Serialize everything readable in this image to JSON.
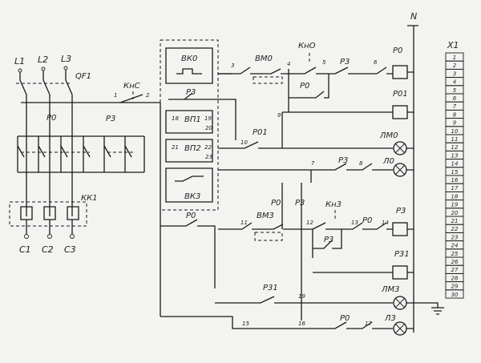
{
  "labels": {
    "l1": "L1",
    "l2": "L2",
    "l3": "L3",
    "qf1": "QF1",
    "kns": "КнС",
    "p0_left": "Р0",
    "p3_left": "Р3",
    "kk1": "КК1",
    "c1": "С1",
    "c2": "С2",
    "c3": "С3",
    "vk0": "ВК0",
    "p3_box": "Р3",
    "vp1": "ВП1",
    "vp2": "ВП2",
    "vk3": "ВК3",
    "vm0": "ВМ0",
    "kn0": "КнО",
    "p0_mid": "Р0",
    "p3_top": "Р3",
    "p01_mid": "Р01",
    "p3_row3": "Р3",
    "p0_row4": "Р0",
    "p3_row4": "Р3",
    "kn3": "Кн3",
    "vm3": "ВМ3",
    "p3_row5": "Р3",
    "p0_row5": "Р0",
    "p0_low": "Р0",
    "p31_low": "Р31",
    "p0_bottom": "Р0",
    "n": "N",
    "coil_p0": "Р0",
    "coil_p01": "Р01",
    "lamp_lm0": "ЛМ0",
    "lamp_l0": "Л0",
    "coil_p3": "Р3",
    "coil_p31": "Р31",
    "lamp_lm3": "ЛМ3",
    "lamp_l3": "Л3",
    "x1": "Х1"
  },
  "node_numbers": {
    "n1": "1",
    "n2": "2",
    "n3": "3",
    "n4": "4",
    "n5": "5",
    "n6": "6",
    "n7": "7",
    "n8": "8",
    "n9": "9",
    "n10": "10",
    "n11": "11",
    "n12": "12",
    "n13": "13",
    "n14": "14",
    "n15": "15",
    "n16": "16",
    "n17": "17",
    "n18": "18",
    "n19a": "19",
    "n20": "20",
    "n21": "21",
    "n22": "22",
    "n23": "23",
    "n19b": "19"
  },
  "terminal_numbers": [
    "1",
    "2",
    "3",
    "4",
    "5",
    "6",
    "7",
    "8",
    "9",
    "10",
    "11",
    "12",
    "13",
    "14",
    "15",
    "16",
    "17",
    "18",
    "19",
    "20",
    "21",
    "22",
    "23",
    "24",
    "25",
    "26",
    "27",
    "28",
    "29",
    "30"
  ]
}
